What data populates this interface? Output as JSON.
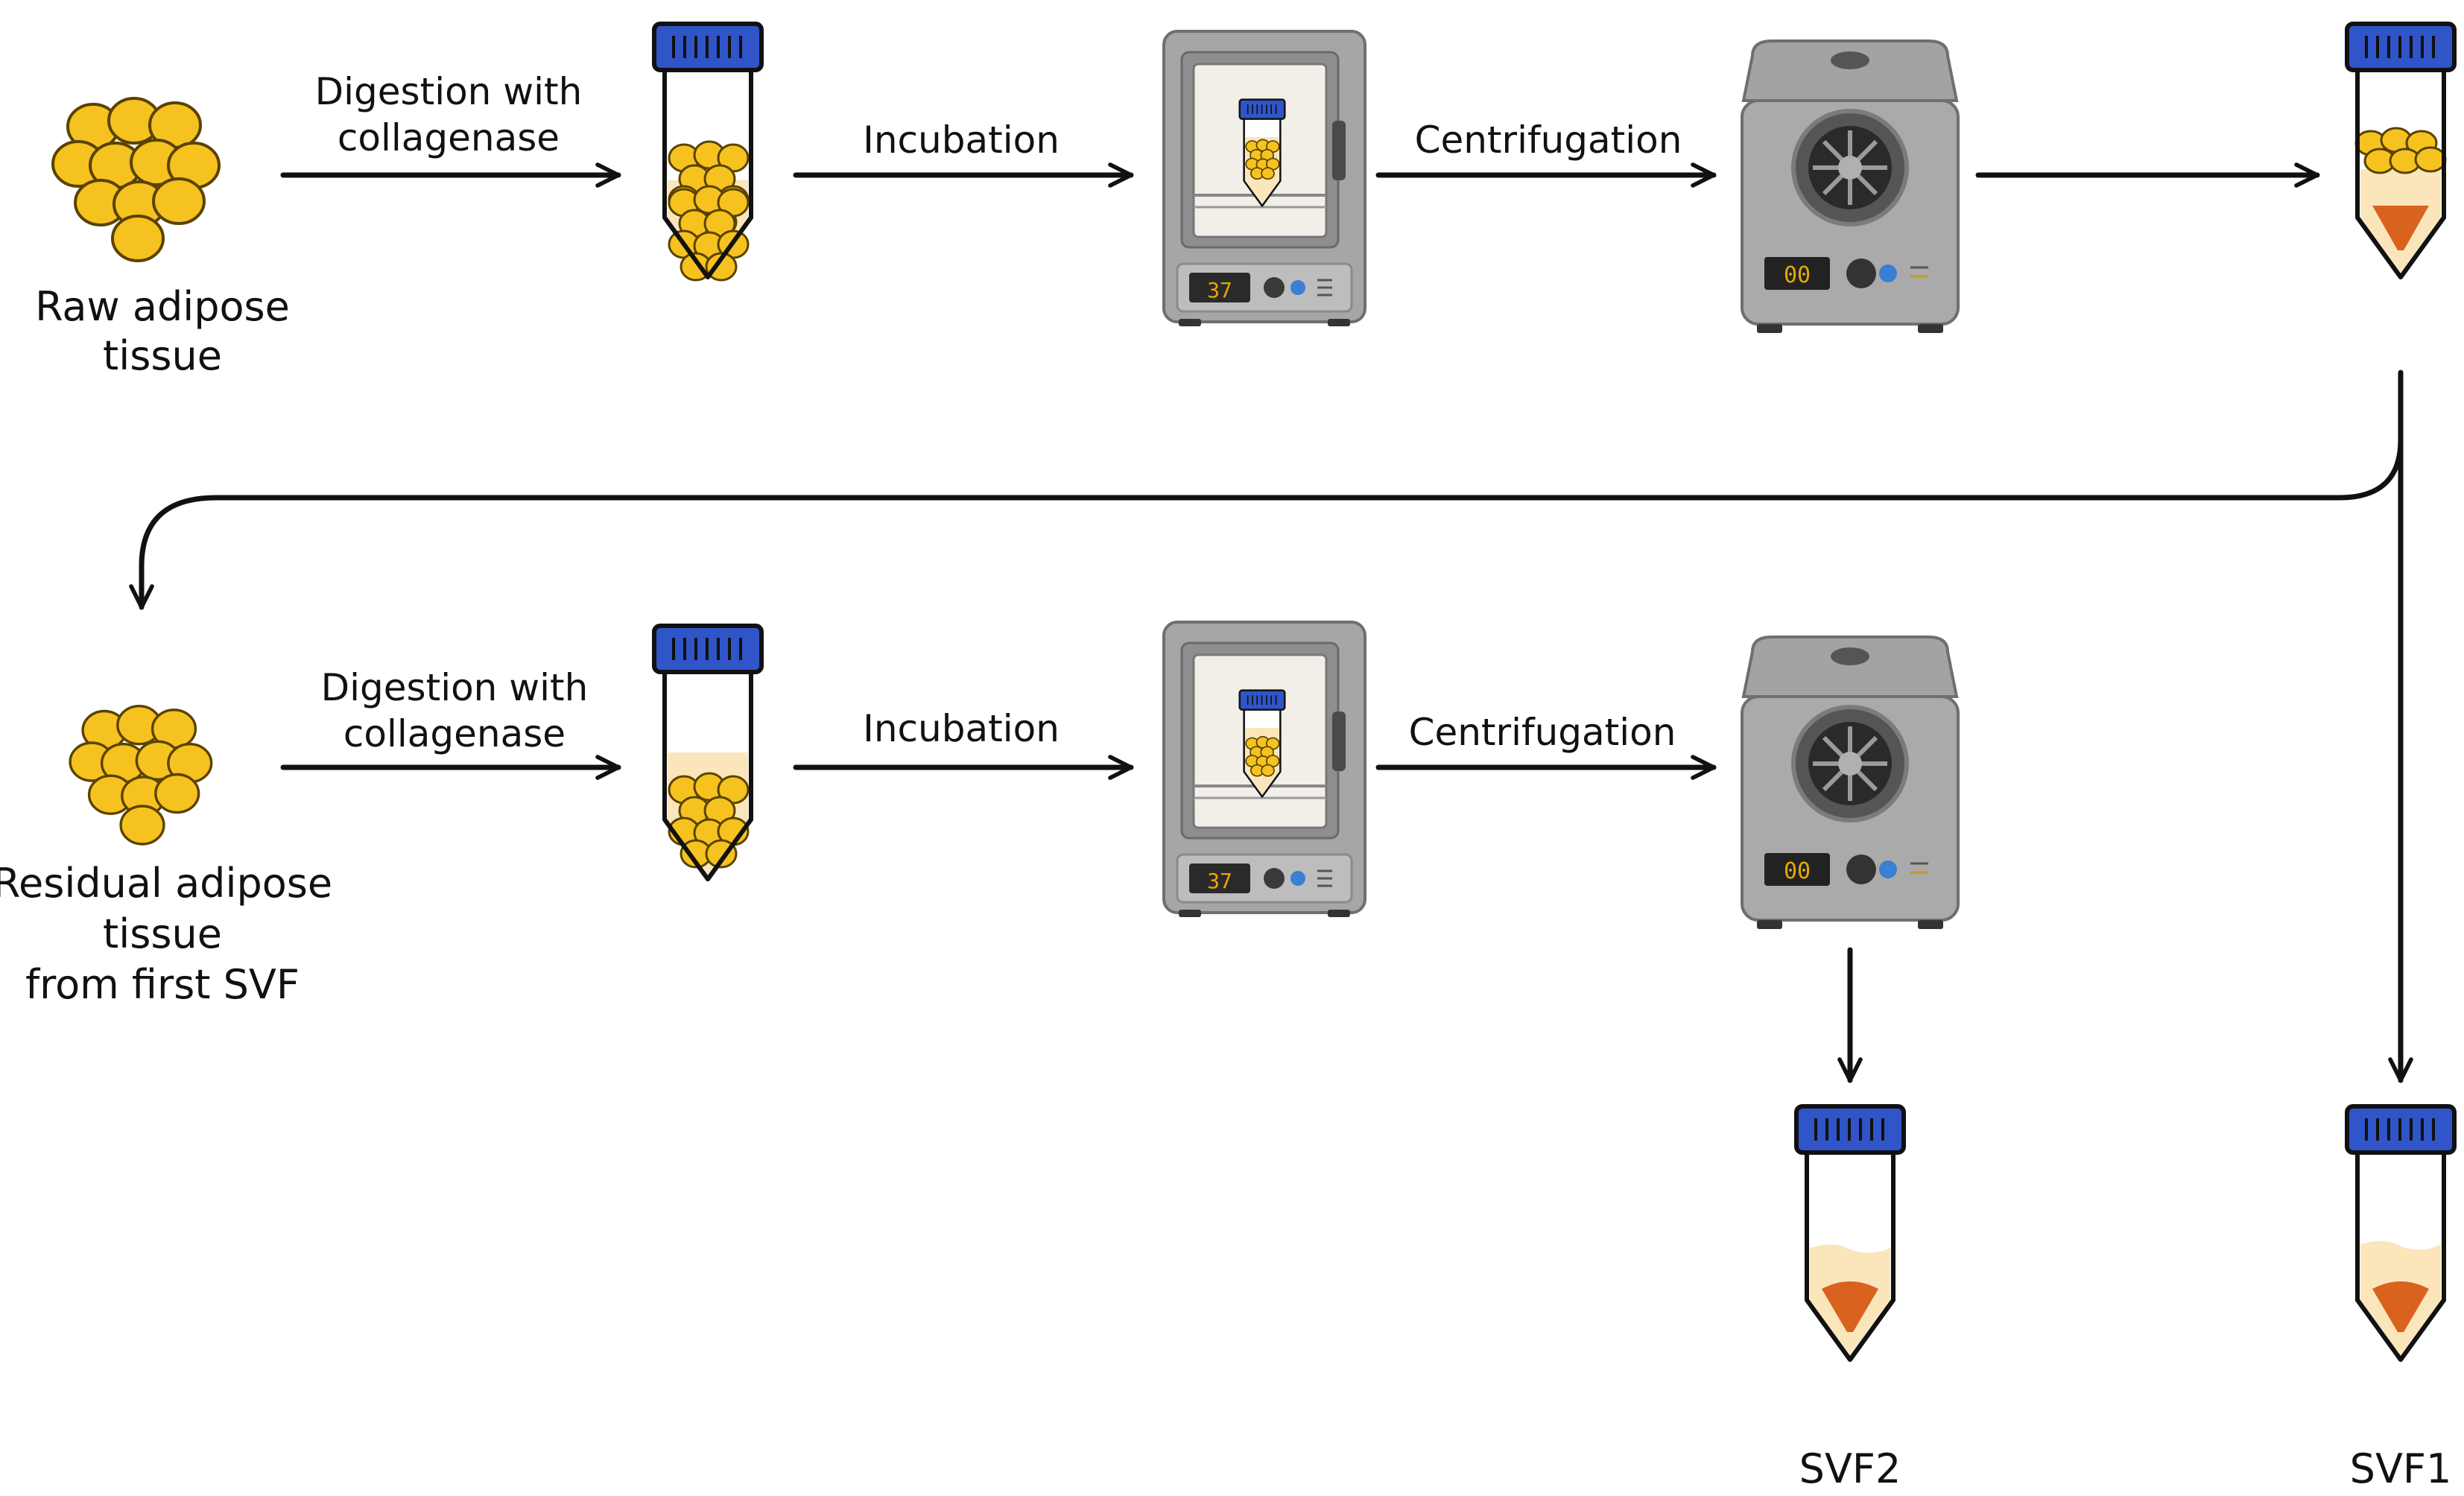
{
  "steps": {
    "raw_tissue": [
      "Raw adipose",
      "tissue"
    ],
    "digestion_1": [
      "Digestion with",
      "collagenase"
    ],
    "incubation_1": "Incubation",
    "centrifugation_1": "Centrifugation",
    "residual_tissue": [
      "Residual adipose",
      "tissue",
      "from first SVF"
    ],
    "digestion_2": [
      "Digestion with",
      "collagenase"
    ],
    "incubation_2": "Incubation",
    "centrifugation_2": "Centrifugation",
    "svf2": "SVF2",
    "svf1": "SVF1"
  },
  "displays": {
    "incubator_temp": "37",
    "centrifuge_time": "00"
  },
  "colors": {
    "cap_blue": "#2f55c9",
    "fat_yellow": "#f6c21f",
    "fat_outline": "#5a4200",
    "liquid": "#fbe6bb",
    "pellet": "#d9621f",
    "device_gray": "#a9a9a9",
    "display_text": "#e8a800"
  }
}
